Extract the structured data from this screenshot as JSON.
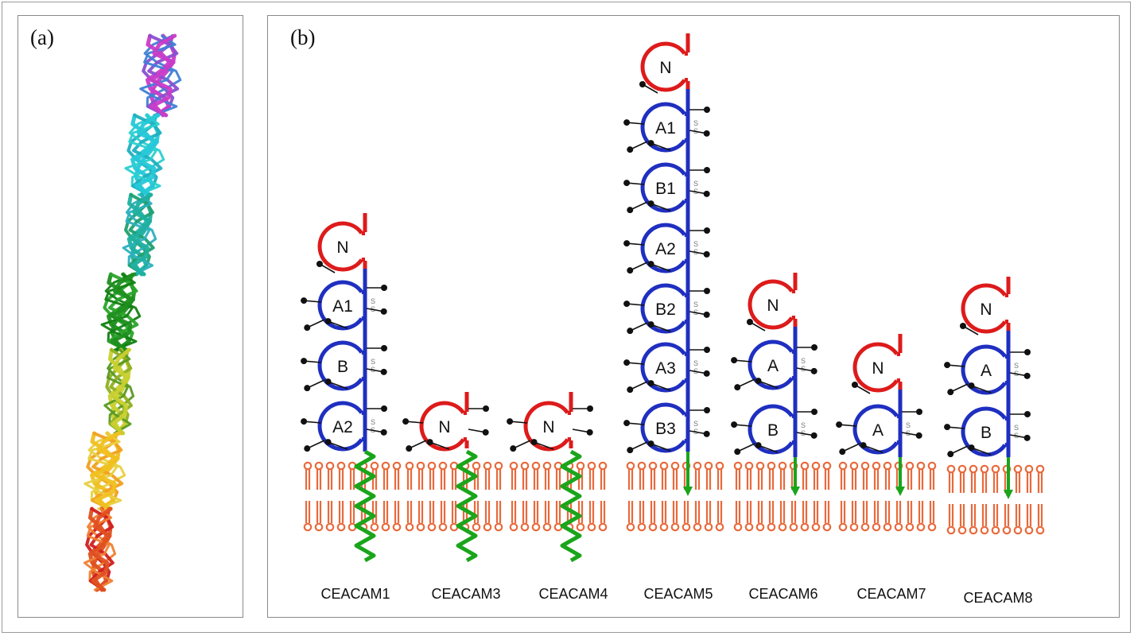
{
  "panels": {
    "a": {
      "label": "(a)"
    },
    "b": {
      "label": "(b)"
    }
  },
  "proteins": [
    {
      "name": "CEACAM1",
      "domains": [
        "N",
        "A1",
        "B",
        "A2"
      ],
      "anchor": "transmembrane"
    },
    {
      "name": "CEACAM3",
      "domains": [
        "N"
      ],
      "anchor": "transmembrane"
    },
    {
      "name": "CEACAM4",
      "domains": [
        "N"
      ],
      "anchor": "transmembrane"
    },
    {
      "name": "CEACAM5",
      "domains": [
        "N",
        "A1",
        "B1",
        "A2",
        "B2",
        "A3",
        "B3"
      ],
      "anchor": "GPI"
    },
    {
      "name": "CEACAM6",
      "domains": [
        "N",
        "A",
        "B"
      ],
      "anchor": "GPI"
    },
    {
      "name": "CEACAM7",
      "domains": [
        "N",
        "A"
      ],
      "anchor": "GPI"
    },
    {
      "name": "CEACAM8",
      "domains": [
        "N",
        "A",
        "B"
      ],
      "anchor": "GPI"
    }
  ],
  "disulfide_label": "S S",
  "colors": {
    "n_domain": "#dd1b1b",
    "ig_domain": "#1f2fc0",
    "transmembrane": "#1aa51a",
    "membrane": "#e86a3c",
    "glycan": "#111111"
  }
}
